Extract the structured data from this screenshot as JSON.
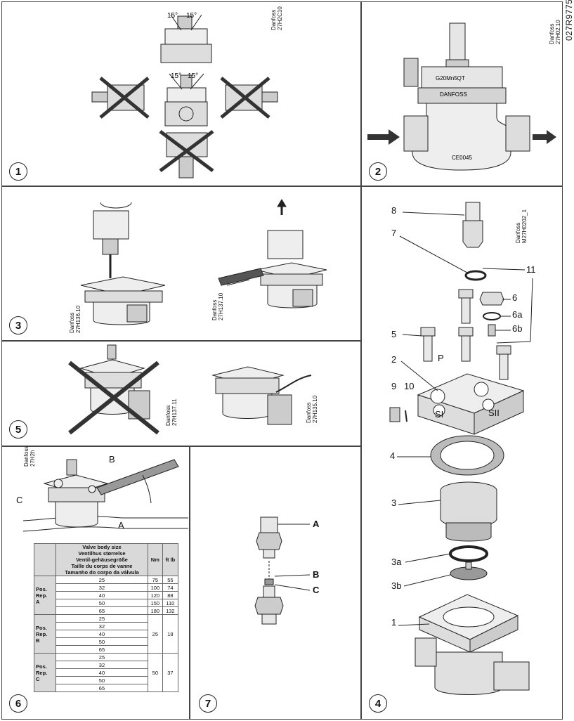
{
  "doc_code": "027R9775",
  "panels": {
    "p1": {
      "number": "1",
      "angle_left": "15°",
      "angle_right": "15°",
      "code": "Danfoss\n27H2C10"
    },
    "p2": {
      "number": "2",
      "model": "G20Mn5QT",
      "brand": "DANFOSS",
      "ce_mark": "CE0045",
      "code": "Danfoss\n27H02.10"
    },
    "p3": {
      "number": "3",
      "code_left": "Danfoss\n27H136.10",
      "code_right": "Danfoss\n27H137.10"
    },
    "p4": {
      "number": "4",
      "code": "Danfoss\nM27H0202_1",
      "labels": [
        "8",
        "7",
        "11",
        "6",
        "6a",
        "6b",
        "5",
        "2",
        "P",
        "9",
        "10",
        "SI",
        "SII",
        "4",
        "3",
        "3a",
        "3b",
        "1"
      ]
    },
    "p5": {
      "number": "5",
      "code_left": "Danfoss\n27H137.11",
      "code_right": "Danfoss\n27H135.10"
    },
    "p6": {
      "number": "6",
      "code": "Danfoss\n27H2h",
      "labels": {
        "a": "A",
        "b": "B",
        "c": "C"
      },
      "table": {
        "header": [
          "Valve body size",
          "Ventilhus størrelse",
          "Ventil-gehäusegröße",
          "Taille du corps de vanne",
          "Tamanho do corpo da válvula"
        ],
        "col_nm": "Nm",
        "col_ftlb": "ft lb",
        "pos_a_label": [
          "Pos.",
          "Rep.",
          "A"
        ],
        "pos_b_label": [
          "Pos.",
          "Rep.",
          "B"
        ],
        "pos_c_label": [
          "Pos.",
          "Rep.",
          "C"
        ],
        "pos_a": [
          {
            "size": "25",
            "nm": "75",
            "ftlb": "55"
          },
          {
            "size": "32",
            "nm": "100",
            "ftlb": "74"
          },
          {
            "size": "40",
            "nm": "120",
            "ftlb": "88"
          },
          {
            "size": "50",
            "nm": "150",
            "ftlb": "110"
          },
          {
            "size": "65",
            "nm": "180",
            "ftlb": "132"
          }
        ],
        "pos_b_sizes": [
          "25",
          "32",
          "40",
          "50",
          "65"
        ],
        "pos_b_nm": "25",
        "pos_b_ftlb": "18",
        "pos_c_sizes": [
          "25",
          "32",
          "40",
          "50",
          "65"
        ],
        "pos_c_nm": "50",
        "pos_c_ftlb": "37"
      }
    },
    "p7": {
      "number": "7",
      "labels": {
        "a": "A",
        "b": "B",
        "c": "C"
      }
    }
  }
}
